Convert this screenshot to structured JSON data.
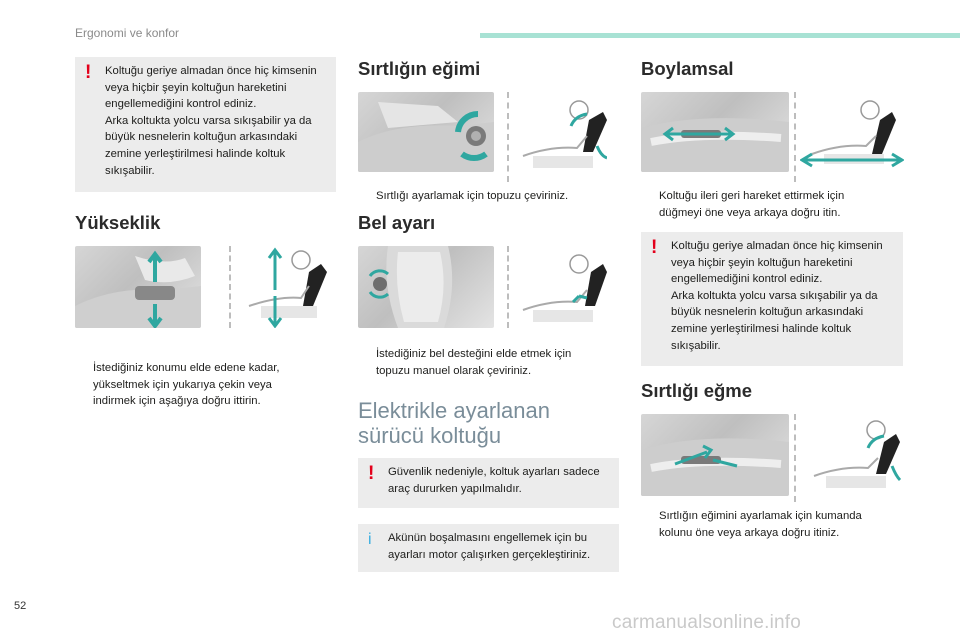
{
  "header": {
    "title": "Ergonomi ve konfor"
  },
  "page_number": "52",
  "watermark": "carmanualsonline.info",
  "col1": {
    "warning": {
      "mark": "!",
      "lines": [
        "Koltuğu geriye almadan önce hiç kimsenin",
        "veya hiçbir şeyin koltuğun hareketini",
        "engellemediğini kontrol ediniz.",
        "Arka koltukta yolcu varsa sıkışabilir ya da",
        "büyük nesnelerin koltuğun arkasındaki",
        "zemine yerleştirilmesi halinde koltuk",
        "sıkışabilir."
      ]
    },
    "yukseklik": {
      "title": "Yükseklik",
      "bullet_mark": "",
      "bullet_lines": [
        "İstediğiniz konumu elde edene kadar,",
        "yükseltmek için yukarıya çekin veya",
        "indirmek için aşağıya doğru ittirin."
      ]
    }
  },
  "col2": {
    "sirtlik_egimi": {
      "title": "Sırtlığın eğimi",
      "bullet_mark": "",
      "bullet_lines": [
        "Sırtlığı ayarlamak için topuzu çeviriniz."
      ]
    },
    "bel_ayari": {
      "title": "Bel ayarı",
      "bullet_mark": "",
      "bullet_lines": [
        "İstediğiniz bel desteğini elde etmek için",
        "topuzu manuel olarak çeviriniz."
      ]
    },
    "elektrikli": {
      "title_lines": [
        "Elektrikle ayarlanan",
        "sürücü koltuğu"
      ],
      "warning": {
        "mark": "!",
        "lines": [
          "Güvenlik nedeniyle, koltuk ayarları sadece",
          "araç dururken yapılmalıdır."
        ]
      },
      "info": {
        "mark": "i",
        "lines": [
          "Akünün boşalmasını engellemek için bu",
          "ayarları motor çalışırken gerçekleştiriniz."
        ]
      }
    }
  },
  "col3": {
    "boylamsal": {
      "title": "Boylamsal",
      "bullet_mark": "",
      "bullet_lines": [
        "Koltuğu ileri geri hareket ettirmek için",
        "düğmeyi öne veya arkaya doğru itin."
      ],
      "warning": {
        "mark": "!",
        "lines": [
          "Koltuğu geriye almadan önce hiç kimsenin",
          "veya hiçbir şeyin koltuğun hareketini",
          "engellemediğini kontrol ediniz.",
          "Arka koltukta yolcu varsa sıkışabilir ya da",
          "büyük nesnelerin koltuğun arkasındaki",
          "zemine yerleştirilmesi halinde koltuk",
          "sıkışabilir."
        ]
      }
    },
    "sirtligi_egme": {
      "title": "Sırtlığı eğme",
      "bullet_mark": "",
      "bullet_lines": [
        "Sırtlığın eğimini ayarlamak için kumanda",
        "kolunu öne veya arkaya doğru itiniz."
      ]
    }
  },
  "colors": {
    "accent": "#a8e2d4",
    "arrow": "#2fa7a0",
    "warning": "#e3001b",
    "info": "#3aaee0",
    "note_bg": "#ececec"
  }
}
